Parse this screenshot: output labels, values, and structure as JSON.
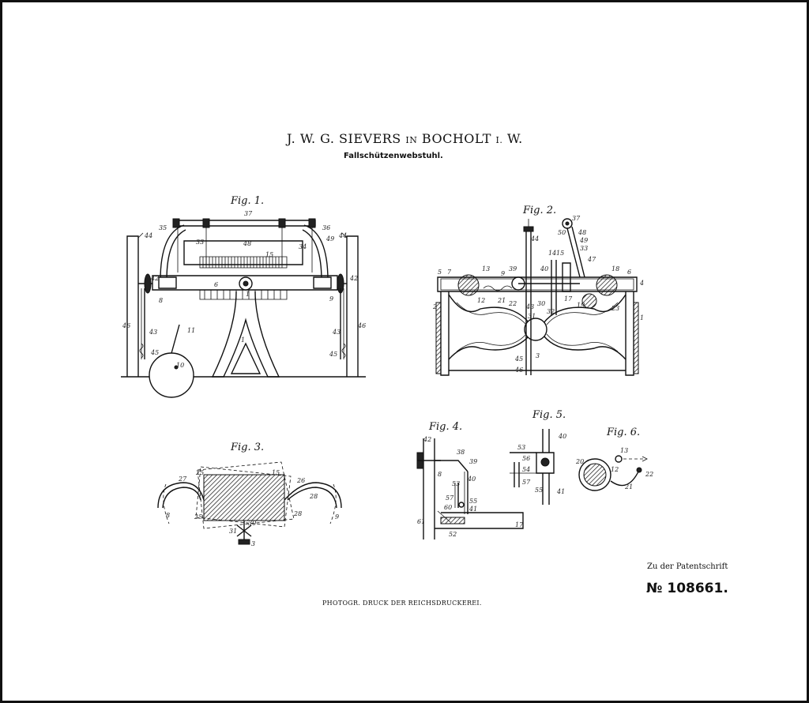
{
  "header": {
    "title_main": "J. W. G. SIEVERS",
    "title_in": "IN",
    "title_place": "BOCHOLT",
    "title_i": "I.",
    "title_w": "W.",
    "subtitle": "Fallschützenwebstuhl."
  },
  "figures": {
    "fig1": "Fig. 1.",
    "fig2": "Fig. 2.",
    "fig3": "Fig. 3.",
    "fig4": "Fig. 4.",
    "fig5": "Fig. 5.",
    "fig6": "Fig. 6."
  },
  "footer": {
    "printer": "PHOTOGR. DRUCK DER REICHSDRUCKEREI.",
    "patent_label": "Zu der Patentschrift",
    "patent_number": "№ 108661."
  }
}
